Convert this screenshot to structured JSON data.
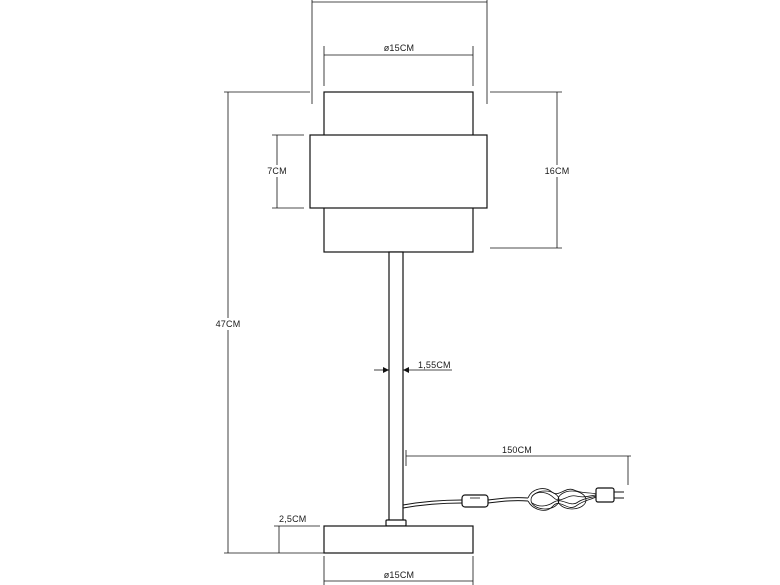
{
  "dimensions": {
    "shade_top_diameter": "ø15CM",
    "shade_middle_height": "7CM",
    "shade_total_height": "16CM",
    "total_height": "47CM",
    "stem_diameter": "1,55CM",
    "cable_length": "150CM",
    "base_height": "2,5CM",
    "base_diameter": "ø15CM"
  }
}
